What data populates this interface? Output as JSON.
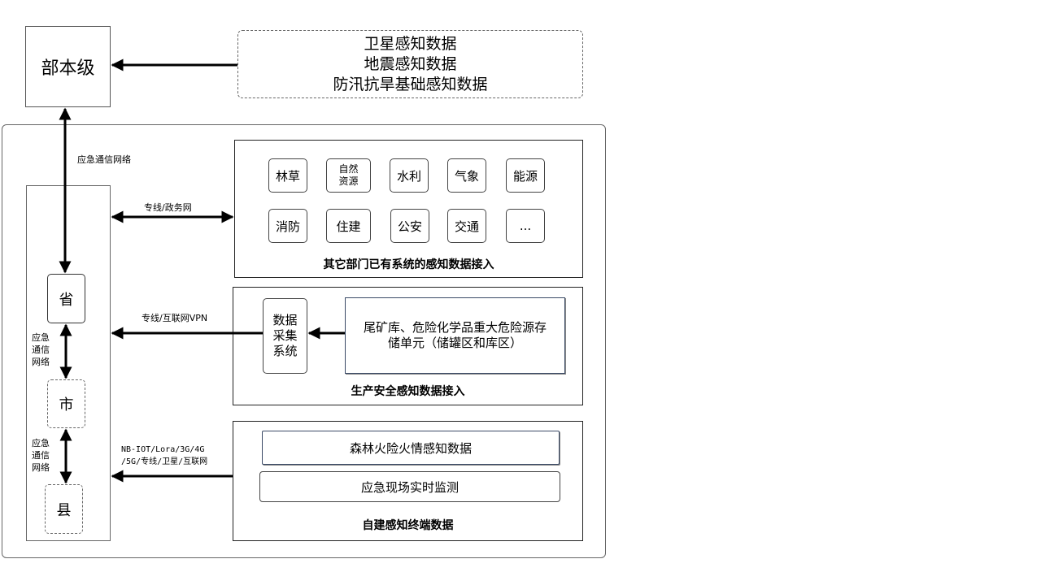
{
  "top": {
    "ministry_label": "部本级",
    "external_sources": [
      "卫星感知数据",
      "地震感知数据",
      "防汛抗旱基础感知数据"
    ]
  },
  "hierarchy": {
    "province": "省",
    "city": "市",
    "county": "县",
    "link_to_ministry": "应急通信网络",
    "link_province_city": [
      "应急",
      "通信",
      "网络"
    ],
    "link_city_county": [
      "应急",
      "通信",
      "网络"
    ]
  },
  "connections": {
    "other_departments": "专线/政务网",
    "production_safety": "专线/互联网VPN",
    "self_built": [
      "NB-IOT/Lora/3G/4G",
      "/5G/专线/卫星/互联网"
    ]
  },
  "other_departments": {
    "title": "其它部门已有系统的感知数据接入",
    "tiles": [
      [
        "林草"
      ],
      [
        "自然",
        "资源"
      ],
      [
        "水利"
      ],
      [
        "气象"
      ],
      [
        "能源"
      ],
      [
        "消防"
      ],
      [
        "住建"
      ],
      [
        "公安"
      ],
      [
        "交通"
      ],
      [
        "..."
      ]
    ]
  },
  "production_safety": {
    "title": "生产安全感知数据接入",
    "collector": [
      "数据",
      "采集",
      "系统"
    ],
    "source": [
      "尾矿库、危险化学品重大危险源存",
      "储单元（储罐区和库区）"
    ]
  },
  "self_built": {
    "title": "自建感知终端数据",
    "items": [
      "森林火险火情感知数据",
      "应急现场实时监测"
    ]
  }
}
